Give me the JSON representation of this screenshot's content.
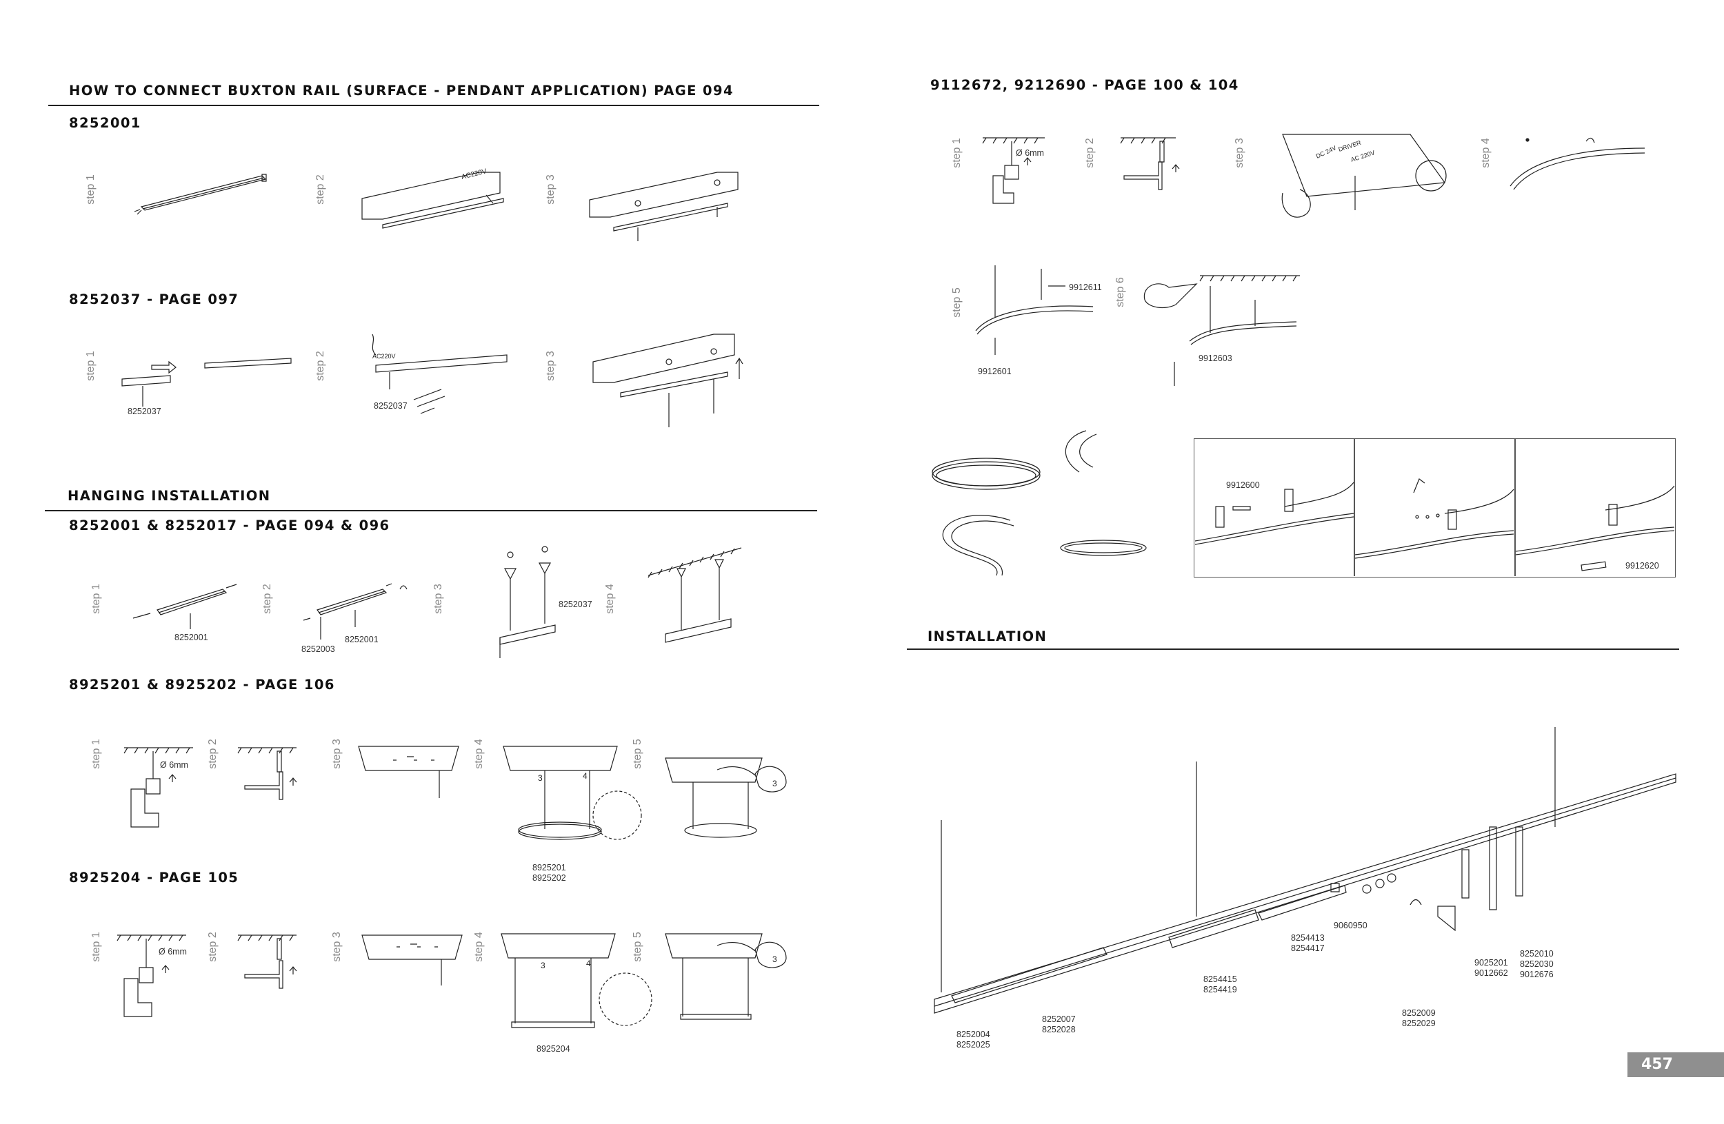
{
  "left": {
    "title": "HOW TO CONNECT BUXTON RAIL (SURFACE - PENDANT APPLICATION) PAGE 094",
    "sec1": {
      "title": "8252001",
      "steps": [
        "step 1",
        "step 2",
        "step 3"
      ]
    },
    "sec2": {
      "title": "8252037 - PAGE 097",
      "steps": [
        "step 1",
        "step 2",
        "step 3"
      ],
      "codes": [
        "8252037",
        "8252037"
      ]
    },
    "hanging": {
      "title": "HANGING INSTALLATION"
    },
    "sec3": {
      "title": "8252001 & 8252017 - PAGE 094 & 096",
      "steps": [
        "step 1",
        "step 2",
        "step 3",
        "step 4"
      ],
      "codes": [
        "8252001",
        "8252003",
        "8252001",
        "8252037"
      ]
    },
    "sec4": {
      "title": "8925201 & 8925202 - PAGE 106",
      "steps": [
        "step 1",
        "step 2",
        "step 3",
        "step 4",
        "step 5"
      ],
      "codes": [
        "8925201",
        "8925202"
      ],
      "drill": "Ø 6mm"
    },
    "sec5": {
      "title": "8925204 - PAGE 105",
      "steps": [
        "step 1",
        "step 2",
        "step 3",
        "step 4",
        "step 5"
      ],
      "codes": [
        "8925204"
      ],
      "drill": "Ø 6mm"
    }
  },
  "right": {
    "title": "9112672, 9212690 - PAGE 100 & 104",
    "steps": [
      "step 1",
      "step 2",
      "step 3",
      "step 4",
      "step 5",
      "step 6"
    ],
    "drill": "Ø 6mm",
    "codes": [
      "9912611",
      "9912601",
      "9912603",
      "9912600",
      "9912620"
    ],
    "install": {
      "title": "INSTALLATION",
      "codes": [
        [
          "8252004",
          "8252025"
        ],
        [
          "8252007",
          "8252028"
        ],
        [
          "8254415",
          "8254419"
        ],
        [
          "8254413",
          "8254417"
        ],
        [
          "9060950"
        ],
        [
          "8252009",
          "8252029"
        ],
        [
          "9025201",
          "9012662"
        ],
        [
          "8252010",
          "8252030",
          "9012676"
        ]
      ]
    }
  },
  "page_number": "457"
}
